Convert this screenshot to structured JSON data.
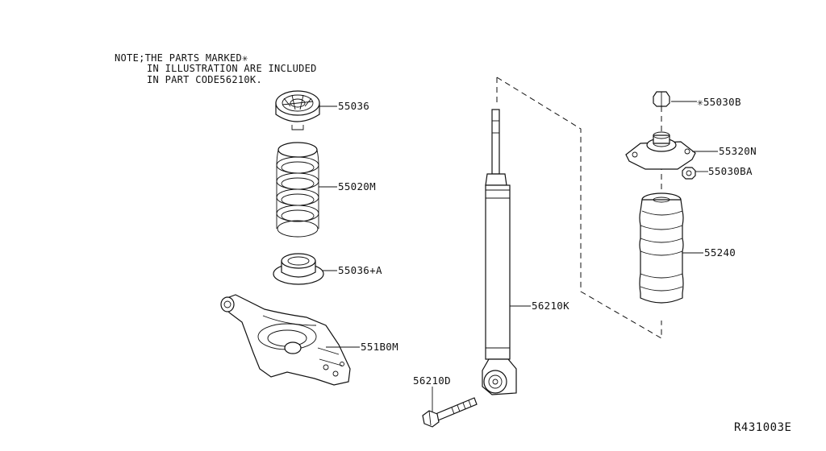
{
  "note": {
    "line1": "NOTE;THE PARTS MARKED✳",
    "line2": "IN ILLUSTRATION ARE INCLUDED",
    "line3": "IN PART CODE56210K."
  },
  "parts": {
    "upper_seat": "55036",
    "spring": "55020M",
    "lower_seat": "55036+A",
    "link": "551B0M",
    "absorber": "56210K",
    "bolt": "56210D",
    "nut_top": "✳55030B",
    "mount": "55320N",
    "nut_small": "55030BA",
    "bound_bumper": "55240"
  },
  "diagram_code": "R431003E",
  "colors": {
    "line": "#111111",
    "background": "#ffffff"
  }
}
